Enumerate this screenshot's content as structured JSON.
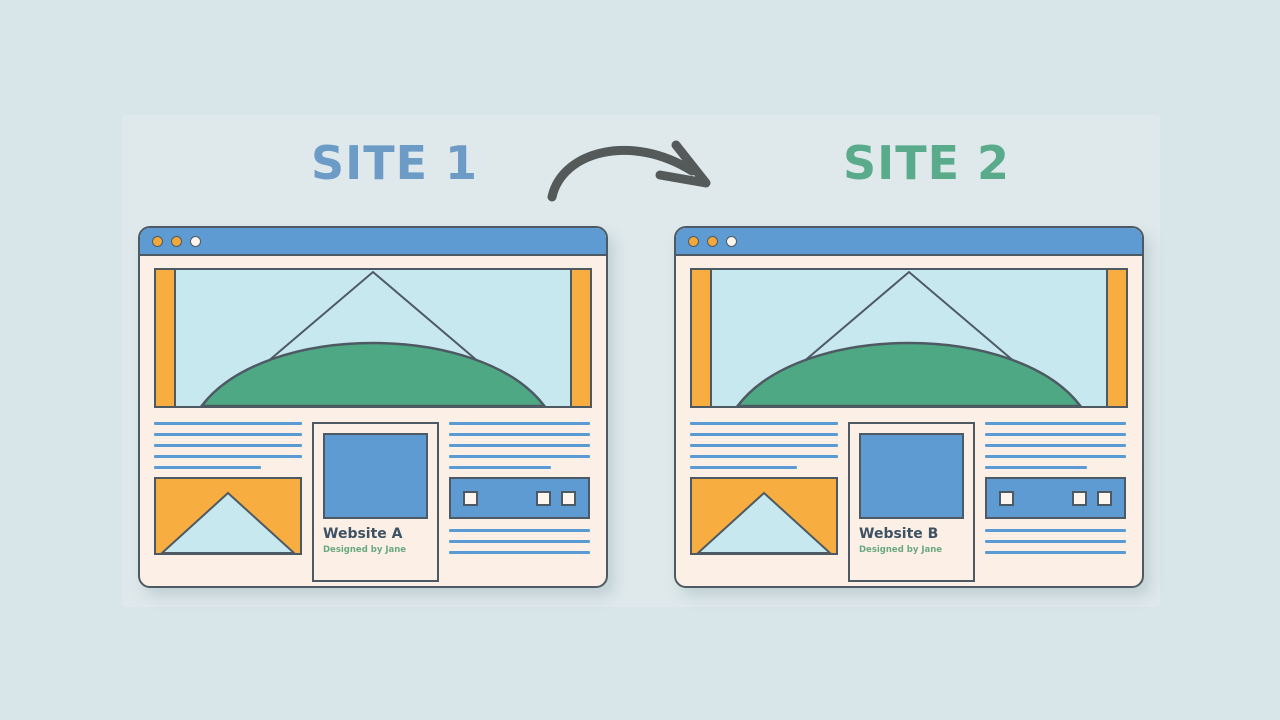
{
  "canvas": {
    "background_color": "#d8e5e9",
    "panel_color": "#dfe9eb"
  },
  "headings": {
    "left": {
      "text": "SITE 1",
      "color": "#6c9bc6"
    },
    "right": {
      "text": "SITE 2",
      "color": "#5aab8c"
    }
  },
  "arrow": {
    "name": "curved-arrow",
    "direction": "left-to-right",
    "color": "#545a5a"
  },
  "windows": [
    {
      "id": "site-1",
      "titlebar": {
        "color": "#5f9bd3",
        "dots": [
          "amber",
          "amber",
          "cream"
        ]
      },
      "hero": {
        "background": "#c8e8f0",
        "side_bar_color": "#f7ad3f",
        "triangle_outline_color": "#4e5a63",
        "hill_color": "#4fa884"
      },
      "left_column": {
        "line_count": 5,
        "line_color": "#5b9bd5",
        "image_box": {
          "background": "#f7ad3f",
          "triangle_color": "#c8e8f0"
        }
      },
      "card": {
        "thumbnail_color": "#5f9bd3",
        "title": "Website A",
        "subtitle": "Designed by Jane",
        "title_color": "#3d5262",
        "subtitle_color": "#6aa87f"
      },
      "right_column": {
        "top_line_count": 5,
        "bottom_line_count": 3,
        "widget": {
          "background": "#5f9bd3",
          "square_count": 3,
          "square_color": "#fdf6ee"
        }
      }
    },
    {
      "id": "site-2",
      "titlebar": {
        "color": "#5f9bd3",
        "dots": [
          "amber",
          "amber",
          "cream"
        ]
      },
      "hero": {
        "background": "#c8e8f0",
        "side_bar_color": "#f7ad3f",
        "triangle_outline_color": "#4e5a63",
        "hill_color": "#4fa884"
      },
      "left_column": {
        "line_count": 5,
        "line_color": "#5b9bd5",
        "image_box": {
          "background": "#f7ad3f",
          "triangle_color": "#c8e8f0"
        }
      },
      "card": {
        "thumbnail_color": "#5f9bd3",
        "title": "Website B",
        "subtitle": "Designed by Jane",
        "title_color": "#3d5262",
        "subtitle_color": "#6aa87f"
      },
      "right_column": {
        "top_line_count": 5,
        "bottom_line_count": 3,
        "widget": {
          "background": "#5f9bd3",
          "square_count": 3,
          "square_color": "#fdf6ee"
        }
      }
    }
  ]
}
